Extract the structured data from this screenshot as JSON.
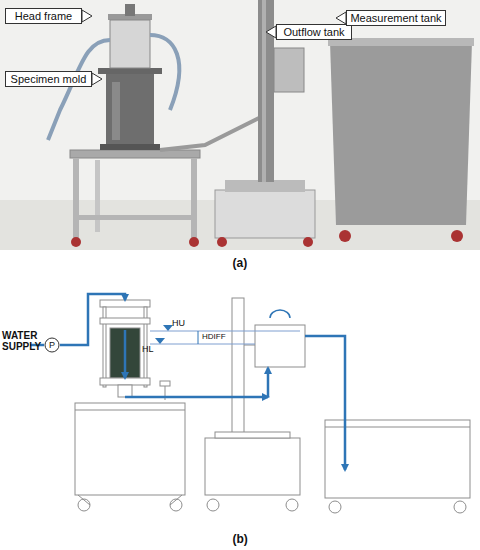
{
  "diagram": {
    "nodes": [
      {
        "text": [
          "Head frame"
        ]
      },
      {
        "text": [
          "Specimen mold"
        ]
      },
      {
        "text": [
          "Outflow tank"
        ]
      },
      {
        "text": [
          "Measurement tank"
        ]
      },
      {
        "text": [
          "P"
        ]
      }
    ],
    "labels": [
      "(a)",
      "WATER SUPPLY",
      "HU",
      "HL",
      "HDIFF",
      "(b)"
    ]
  }
}
